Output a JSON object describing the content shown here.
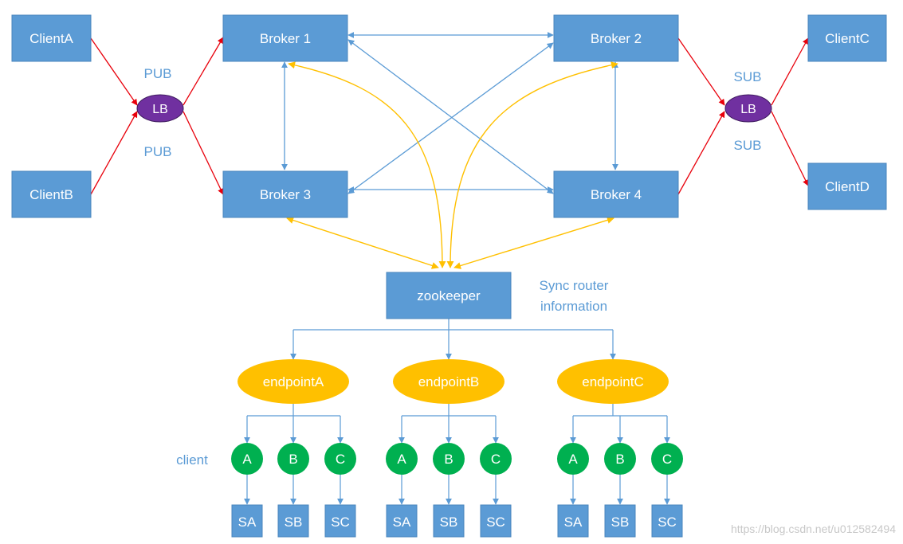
{
  "colors": {
    "box": "#5b9bd5",
    "box_text": "#ffffff",
    "blue_line": "#5b9bd5",
    "red_line": "#e8000b",
    "yellow_line": "#ffc000",
    "lb_fill": "#7030a0",
    "endpoint_fill": "#ffc000",
    "client_fill": "#00b050",
    "label_text": "#5b9bd5",
    "watermark": "#c8c8c8"
  },
  "clients": {
    "a": "ClientA",
    "b": "ClientB",
    "c": "ClientC",
    "d": "ClientD"
  },
  "brokers": {
    "b1": "Broker 1",
    "b2": "Broker 2",
    "b3": "Broker 3",
    "b4": "Broker 4"
  },
  "load_balancers": {
    "left": "LB",
    "right": "LB"
  },
  "labels": {
    "pub_top": "PUB",
    "pub_bottom": "PUB",
    "sub_top": "SUB",
    "sub_bottom": "SUB",
    "sync_line1": "Sync router",
    "sync_line2": "information",
    "client": "client"
  },
  "zookeeper": "zookeeper",
  "endpoints": {
    "a": "endpointA",
    "b": "endpointB",
    "c": "endpointC"
  },
  "nodes": {
    "a": "A",
    "b": "B",
    "c": "C"
  },
  "services": {
    "sa": "SA",
    "sb": "SB",
    "sc": "SC"
  },
  "watermark": "https://blog.csdn.net/u012582494"
}
